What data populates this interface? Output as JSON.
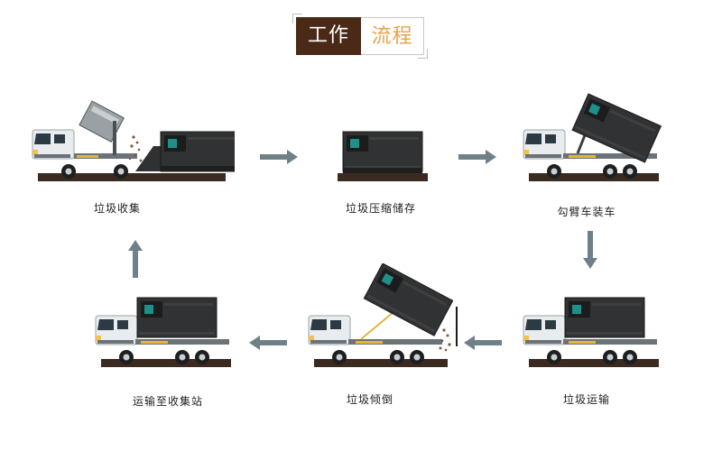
{
  "title": {
    "left": "工作",
    "right": "流程"
  },
  "steps": [
    {
      "id": "collect",
      "label": "垃圾收集"
    },
    {
      "id": "compress",
      "label": "垃圾压缩储存"
    },
    {
      "id": "hook",
      "label": "勾臂车装车"
    },
    {
      "id": "transport",
      "label": "垃圾运输"
    },
    {
      "id": "dump",
      "label": "垃圾倾倒"
    },
    {
      "id": "return",
      "label": "运输至收集站"
    }
  ],
  "colors": {
    "title_bg": "#4a2a17",
    "title_accent": "#e8a34a",
    "arrow": "#6f8188",
    "container": "#2f3132",
    "ground": "#3a2a20",
    "accent_yellow": "#e3b53b",
    "accent_teal": "#1f8f8a"
  }
}
